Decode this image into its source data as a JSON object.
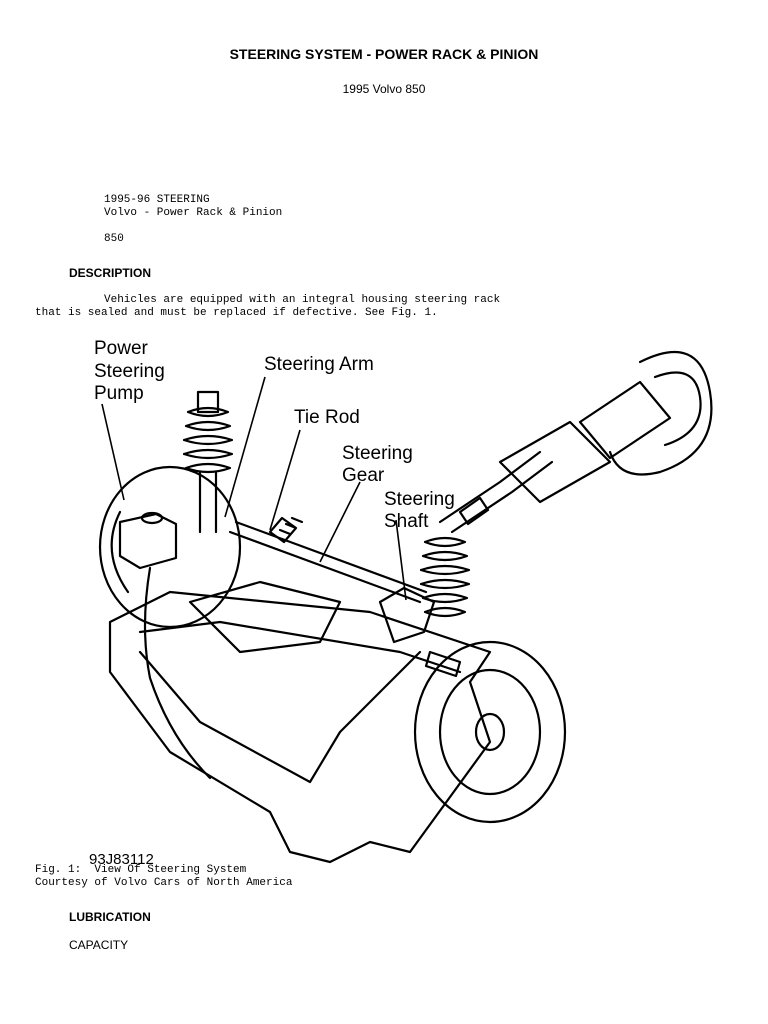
{
  "header": {
    "title": "STEERING SYSTEM - POWER RACK & PINION",
    "subtitle": "1995 Volvo 850"
  },
  "intro": {
    "line1": "1995-96 STEERING",
    "line2": "Volvo - Power Rack & Pinion",
    "model": "850"
  },
  "description": {
    "heading": "DESCRIPTION",
    "line1": "Vehicles are equipped with an integral housing steering rack",
    "line2": "that is sealed and must be replaced if defective. See Fig. 1."
  },
  "figure": {
    "labels": {
      "power": "Power",
      "steering": "Steering",
      "pump": "Pump",
      "steering_arm": "Steering Arm",
      "tie_rod": "Tie Rod",
      "gear_1": "Steering",
      "gear_2": "Gear",
      "shaft_1": "Steering",
      "shaft_2": "Shaft"
    },
    "code": "93J83112",
    "caption_line1": "Fig. 1:  View Of Steering System",
    "caption_line2": "Courtesy of Volvo Cars of North America"
  },
  "lubrication": {
    "heading": "LUBRICATION",
    "capacity": "CAPACITY"
  }
}
